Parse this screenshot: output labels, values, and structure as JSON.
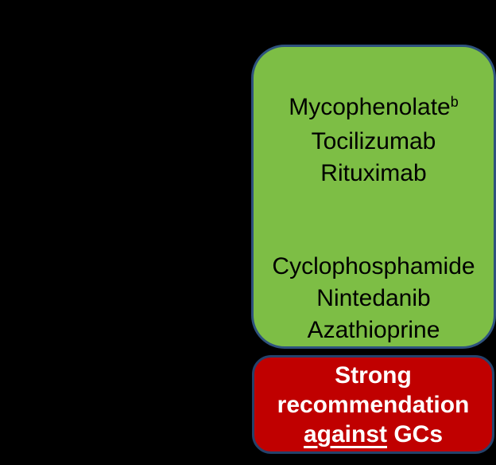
{
  "background_color": "#000000",
  "medication_box": {
    "fill_color": "#7DBE45",
    "border_color": "#2E527E",
    "text_color": "#000000",
    "group1": [
      "Mycophenolate",
      "Tocilizumab",
      "Rituximab"
    ],
    "group1_superscript": "b",
    "group2": [
      "Cyclophosphamide",
      "Nintedanib",
      "Azathioprine"
    ]
  },
  "recommendation_box": {
    "fill_color": "#C00000",
    "border_color": "#25426B",
    "text_color": "#FFFFFF",
    "line1": "Strong",
    "line2": "recommendation",
    "line3_underlined_word": "against",
    "line3_rest": " GCs"
  }
}
